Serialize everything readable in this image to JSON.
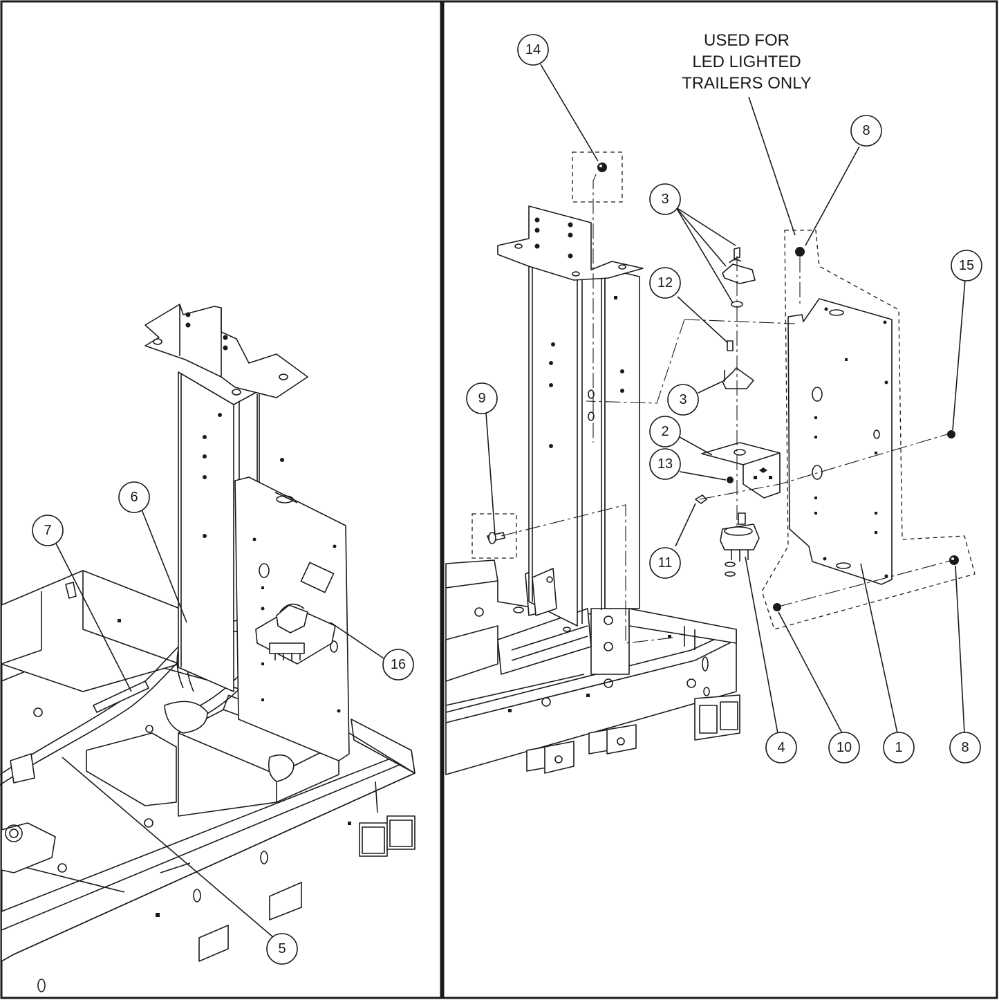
{
  "left_panel": {
    "callouts": [
      {
        "id": "c5",
        "label": "5"
      },
      {
        "id": "c6",
        "label": "6"
      },
      {
        "id": "c7",
        "label": "7"
      },
      {
        "id": "c16",
        "label": "16"
      }
    ]
  },
  "right_panel": {
    "note_lines": [
      "USED FOR",
      "LED LIGHTED",
      "TRAILERS ONLY"
    ],
    "callouts": [
      {
        "id": "c14",
        "label": "14"
      },
      {
        "id": "c8a",
        "label": "8"
      },
      {
        "id": "c3a",
        "label": "3"
      },
      {
        "id": "c12",
        "label": "12"
      },
      {
        "id": "c15",
        "label": "15"
      },
      {
        "id": "c3b",
        "label": "3"
      },
      {
        "id": "c9",
        "label": "9"
      },
      {
        "id": "c2",
        "label": "2"
      },
      {
        "id": "c13",
        "label": "13"
      },
      {
        "id": "c11",
        "label": "11"
      },
      {
        "id": "c4",
        "label": "4"
      },
      {
        "id": "c10",
        "label": "10"
      },
      {
        "id": "c1",
        "label": "1"
      },
      {
        "id": "c8b",
        "label": "8"
      }
    ]
  }
}
